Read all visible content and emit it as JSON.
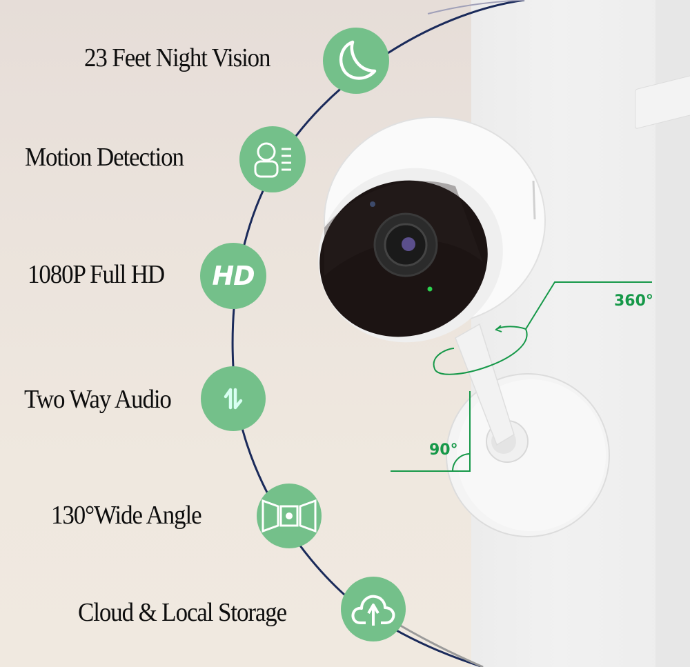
{
  "features": [
    {
      "label": "23 Feet Night Vision",
      "icon": "moon-icon"
    },
    {
      "label": "Motion Detection",
      "icon": "person-list-icon"
    },
    {
      "label": "1080P Full HD",
      "icon": "hd-icon",
      "icon_text": "HD"
    },
    {
      "label": "Two Way Audio",
      "icon": "up-down-arrows-icon"
    },
    {
      "label": "130°Wide Angle",
      "icon": "panorama-icon"
    },
    {
      "label": "Cloud  & Local Storage",
      "icon": "cloud-upload-icon"
    }
  ],
  "rotation": {
    "pan_label": "360°",
    "tilt_label": "90°"
  },
  "colors": {
    "badge": "#74c08a",
    "arc": "#1a2a5a",
    "annotation": "#159848",
    "text": "#0d0d0d"
  }
}
